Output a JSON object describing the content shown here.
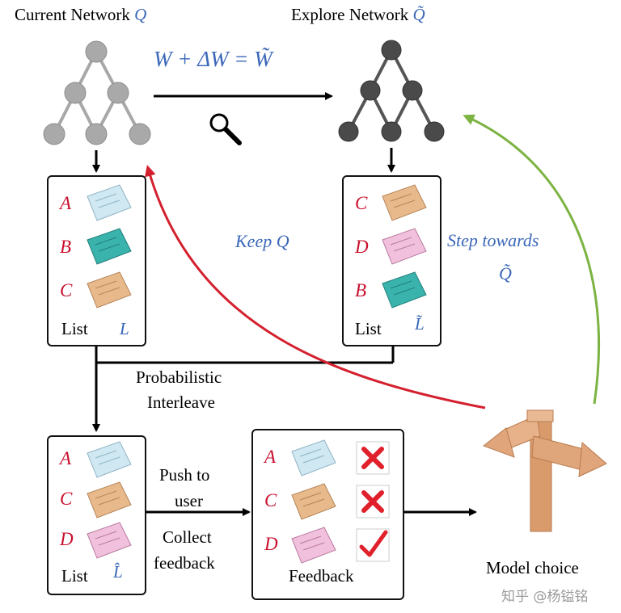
{
  "current_network": {
    "title": "Current Network",
    "symbol": "Q"
  },
  "explore_network": {
    "title": "Explore Network",
    "symbol": "Q̃"
  },
  "equation": "W + ΔW = W̃",
  "list_current": {
    "items": [
      "A",
      "B",
      "C"
    ],
    "label": "List",
    "symbol": "L"
  },
  "list_explore": {
    "items": [
      "C",
      "D",
      "B"
    ],
    "label": "List",
    "symbol": "L̃"
  },
  "list_interleaved": {
    "items": [
      "A",
      "C",
      "D"
    ],
    "label": "List",
    "symbol": "L̂"
  },
  "keep_label": "Keep Q",
  "step_label": {
    "line1": "Step towards",
    "line2": "Q̃"
  },
  "interleave_label": {
    "line1": "Probabilistic",
    "line2": "Interleave"
  },
  "push_label": {
    "line1": "Push to",
    "line2": "user"
  },
  "collect_label": {
    "line1": "Collect",
    "line2": "feedback"
  },
  "feedback": {
    "items": [
      "A",
      "C",
      "D"
    ],
    "marks": [
      "cross",
      "cross",
      "check"
    ],
    "label": "Feedback"
  },
  "model_choice_label": "Model choice",
  "watermark": "知乎 @杨镒铭",
  "colors": {
    "news_A": "#cfe8f2",
    "news_B": "#3bb3ad",
    "news_C": "#e8b98a",
    "news_D": "#f0c0dc",
    "red_arrow": "#d4202e",
    "green_arrow": "#7cb342",
    "blue_text": "#3a67b8"
  }
}
